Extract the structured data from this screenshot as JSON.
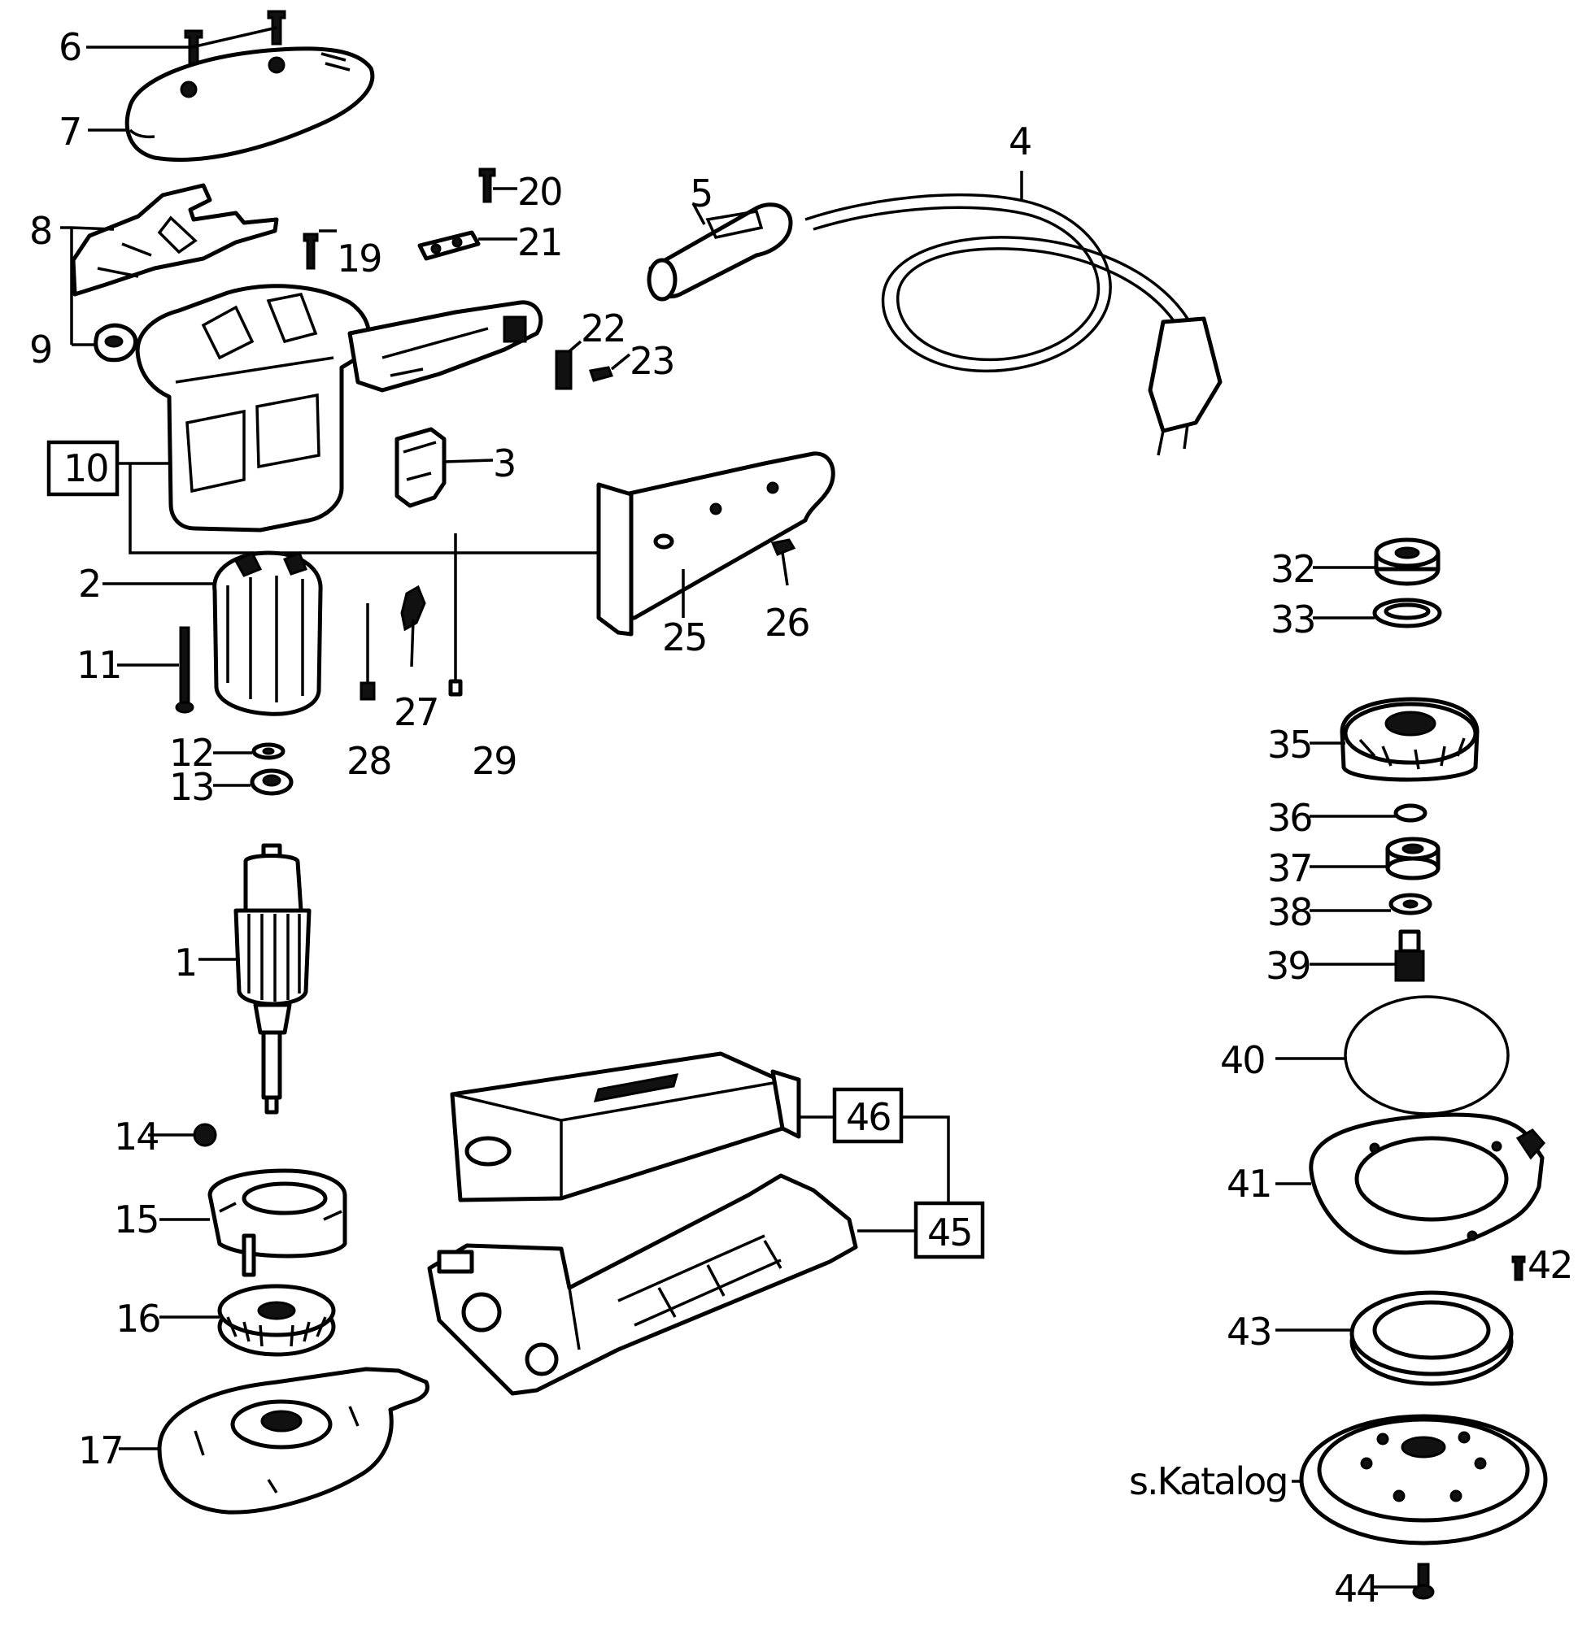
{
  "labels": {
    "p1": "1",
    "p2": "2",
    "p3": "3",
    "p4": "4",
    "p5": "5",
    "p6": "6",
    "p7": "7",
    "p8": "8",
    "p9": "9",
    "p10": "10",
    "p11": "11",
    "p12": "12",
    "p13": "13",
    "p14": "14",
    "p15": "15",
    "p16": "16",
    "p17": "17",
    "p19": "19",
    "p20": "20",
    "p21": "21",
    "p22": "22",
    "p23": "23",
    "p25": "25",
    "p26": "26",
    "p27": "27",
    "p28": "28",
    "p29": "29",
    "p32": "32",
    "p33": "33",
    "p35": "35",
    "p36": "36",
    "p37": "37",
    "p38": "38",
    "p39": "39",
    "p40": "40",
    "p41": "41",
    "p42": "42",
    "p43": "43",
    "p44": "44",
    "p45": "45",
    "p46": "46",
    "catalog": "s.Katalog"
  }
}
